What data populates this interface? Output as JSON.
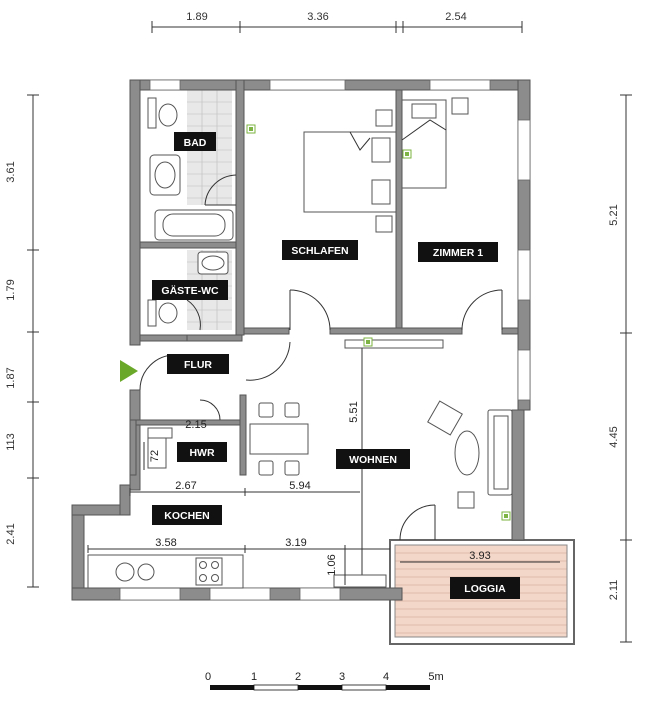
{
  "top_dimensions": [
    "1.89",
    "3.36",
    "2.54"
  ],
  "left_dimensions": [
    "3.61",
    "1.79",
    "1.87",
    "113",
    "2.41"
  ],
  "right_dimensions": [
    "5.21",
    "4.45",
    "2.11"
  ],
  "inner_dimensions": {
    "d215": "2.15",
    "d72": "72",
    "d267": "2.67",
    "d594": "5.94",
    "d358": "3.58",
    "d319": "3.19",
    "d106": "1.06",
    "d551": "5.51",
    "d393": "3.93"
  },
  "rooms": {
    "bad": "BAD",
    "schlafen": "SCHLAFEN",
    "zimmer1": "ZIMMER 1",
    "gaeste_wc": "GÄSTE-WC",
    "flur": "FLUR",
    "hwr": "HWR",
    "wohnen": "WOHNEN",
    "kochen": "KOCHEN",
    "loggia": "LOGGIA"
  },
  "scale": [
    "0",
    "1",
    "2",
    "3",
    "4",
    "5m"
  ],
  "colors": {
    "wall": "#8c8c8c",
    "label_bg": "#111111",
    "loggia_fill": "#f3d7c8",
    "entry_arrow": "#6aa82a",
    "sensor": "#7cb342"
  }
}
